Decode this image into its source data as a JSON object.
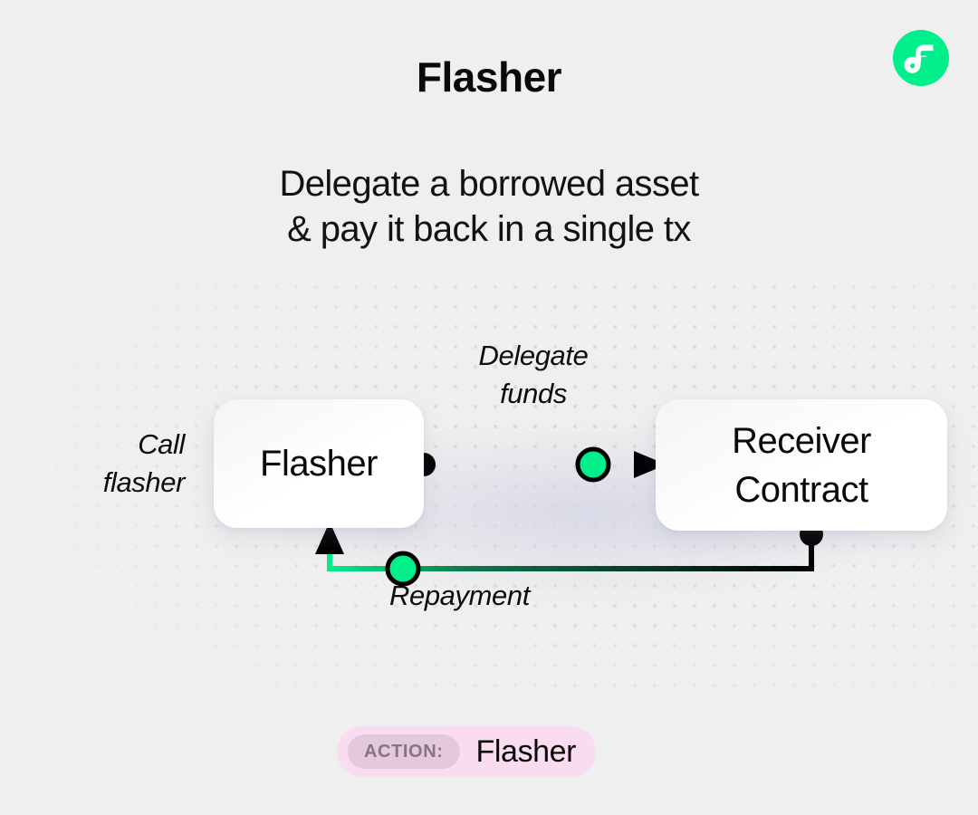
{
  "brand": {
    "logo_icon": "flow-logo-icon",
    "logo_color": "#00ef8b",
    "logo_mark_color": "#ffffff"
  },
  "header": {
    "title": "Flasher",
    "subtitle_line1": "Delegate a borrowed asset",
    "subtitle_line2": "& pay it back in a single tx"
  },
  "diagram": {
    "background": "#efefef",
    "dot_color": "#d9d9d9",
    "accent_color": "#00ef8b",
    "line_color": "#000000",
    "nodes": [
      {
        "id": "flasher",
        "label": "Flasher"
      },
      {
        "id": "receiver",
        "label_line1": "Receiver",
        "label_line2": "Contract"
      }
    ],
    "labels": {
      "call_line1": "Call",
      "call_line2": "flasher",
      "delegate_line1": "Delegate",
      "delegate_line2": "funds",
      "repayment": "Repayment"
    }
  },
  "badge": {
    "chip_label": "ACTION:",
    "value": "Flasher",
    "chip_bg": "#e3c8de",
    "bg": "#fadcf0",
    "chip_text_color": "#87757f"
  }
}
